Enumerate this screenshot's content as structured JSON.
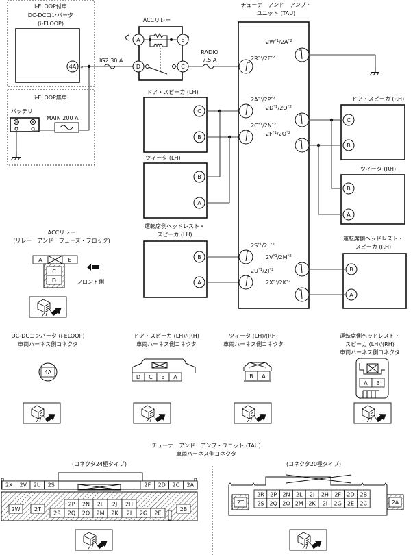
{
  "groups": {
    "with_ieloop": "i-ELOOP付車",
    "without_ieloop": "i-ELOOP無車"
  },
  "components": {
    "dcdc": {
      "title1": "DC-DCコンバータ",
      "title2": "(i-ELOOP)",
      "pin": "4A"
    },
    "battery": {
      "title": "バッテリ",
      "minus": "⊖",
      "plus": "⊕"
    },
    "main_fuse": "MAIN 200 A",
    "ig2_fuse": "IG2 30 A",
    "radio_fuse_line1": "RADIO",
    "radio_fuse_line2": "7.5 A",
    "acc_relay": {
      "title": "ACCリレー",
      "pins": [
        "A",
        "E",
        "D",
        "C"
      ]
    },
    "tau": {
      "title1": "チューナ　アンド　アンプ・",
      "title2": "ユニット (TAU)"
    },
    "door_lh": {
      "title": "ドア・スピーカ (LH)",
      "pins": [
        "C",
        "B"
      ]
    },
    "tweeter_lh": {
      "title": "ツィータ (LH)",
      "pins": [
        "B",
        "A"
      ]
    },
    "headrest_lh": {
      "title1": "運転席側ヘッドレスト・",
      "title2": "スピーカ (LH)",
      "pins": [
        "B",
        "A"
      ]
    },
    "door_rh": {
      "title": "ドア・スピーカ (RH)",
      "pins": [
        "C",
        "B"
      ]
    },
    "tweeter_rh": {
      "title": "ツィータ (RH)",
      "pins": [
        "B",
        "A"
      ]
    },
    "headrest_rh": {
      "title1": "運転席側ヘッドレスト・",
      "title2": "スピーカ (RH)",
      "pins": [
        "B",
        "A"
      ]
    }
  },
  "tau_terminals": {
    "t_2R": {
      "a": "2R",
      "s1": "*1",
      "b": "/2F",
      "s2": "*2"
    },
    "t_2W": {
      "a": "2W",
      "s1": "*1",
      "b": "/2A",
      "s2": "*2"
    },
    "t_2A": {
      "a": "2A",
      "s1": "*1",
      "b": "/2P",
      "s2": "*2"
    },
    "t_2D": {
      "a": "2D",
      "s1": "*1",
      "b": "/2Q",
      "s2": "*2"
    },
    "t_2C": {
      "a": "2C",
      "s1": "*1",
      "b": "/2N",
      "s2": "*2"
    },
    "t_2F": {
      "a": "2F",
      "s1": "*1",
      "b": "/2O",
      "s2": "*2"
    },
    "t_2S": {
      "a": "2S",
      "s1": "*1",
      "b": "/2L",
      "s2": "*2"
    },
    "t_2V": {
      "a": "2V",
      "s1": "*1",
      "b": "/2M",
      "s2": "*2"
    },
    "t_2U": {
      "a": "2U",
      "s1": "*1",
      "b": "/2J",
      "s2": "*2"
    },
    "t_2X": {
      "a": "2X",
      "s1": "*1",
      "b": "/2K",
      "s2": "*2"
    }
  },
  "relay_block": {
    "title1": "ACCリレー",
    "title2": "(リレー　アンド　フューズ・ブロック)",
    "cells": [
      "A",
      "E",
      "C",
      "D"
    ],
    "front_label": "フロント側"
  },
  "connectors": {
    "dcdc": {
      "title1": "DC-DCコンバータ (i-ELOOP)",
      "title2": "車両ハーネス側コネクタ",
      "pins": [
        "4A"
      ]
    },
    "door": {
      "title1": "ドア・スピーカ (LH)/(RH)",
      "title2": "車両ハーネス側コネクタ",
      "pins": [
        "D",
        "C",
        "B",
        "A"
      ]
    },
    "tweeter": {
      "title1": "ツィータ (LH)/(RH)",
      "title2": "車両ハーネス側コネクタ",
      "pins": [
        "B",
        "A"
      ]
    },
    "headrest": {
      "title1": "運転席側ヘッドレスト・",
      "title2": "スピーカ (LH)/(RH)",
      "title3": "車両ハーネス側コネクタ",
      "pins": [
        "A",
        "B"
      ]
    },
    "tau": {
      "title1": "チューナ　アンド　アンプ・ユニット (TAU)",
      "title2": "車両ハーネス側コネクタ",
      "type24": {
        "label": "(コネクタ24極タイプ)",
        "top_left": [
          "2X",
          "2V",
          "2U",
          "2S"
        ],
        "top_right": [
          "2F",
          "2D",
          "2C",
          "2A"
        ],
        "side_left": [
          "2W",
          "2T"
        ],
        "mid_row": [
          "2P",
          "2N",
          "2L",
          "2J",
          "2H"
        ],
        "bottom_row": [
          "2R",
          "2Q",
          "2O",
          "2M",
          "2K",
          "2I",
          "2G",
          "2E"
        ],
        "side_right": [
          "2B"
        ]
      },
      "type20": {
        "label": "(コネクタ20極タイプ)",
        "top_row": [
          "2R",
          "2P",
          "2N",
          "2L",
          "2J",
          "2H",
          "2F",
          "2D",
          "2B"
        ],
        "bottom_row": [
          "2S",
          "2Q",
          "2O",
          "2M",
          "2K",
          "2I",
          "2G",
          "2E",
          "2C"
        ],
        "side_left": "2T",
        "side_right": "2A"
      }
    }
  }
}
